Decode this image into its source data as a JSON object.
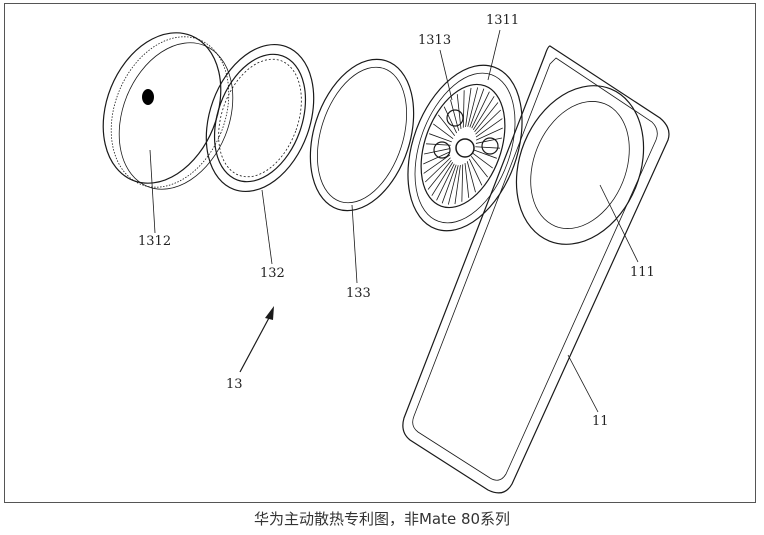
{
  "caption": "华为主动散热专利图，非Mate 80系列",
  "labels": {
    "l1312": "1312",
    "l132": "132",
    "l133": "133",
    "l13": "13",
    "l1313": "1313",
    "l1311": "1311",
    "l111": "111",
    "l11": "11"
  },
  "colors": {
    "ink": "#1a1a1a",
    "frame": "#555555",
    "caption": "#333333"
  }
}
